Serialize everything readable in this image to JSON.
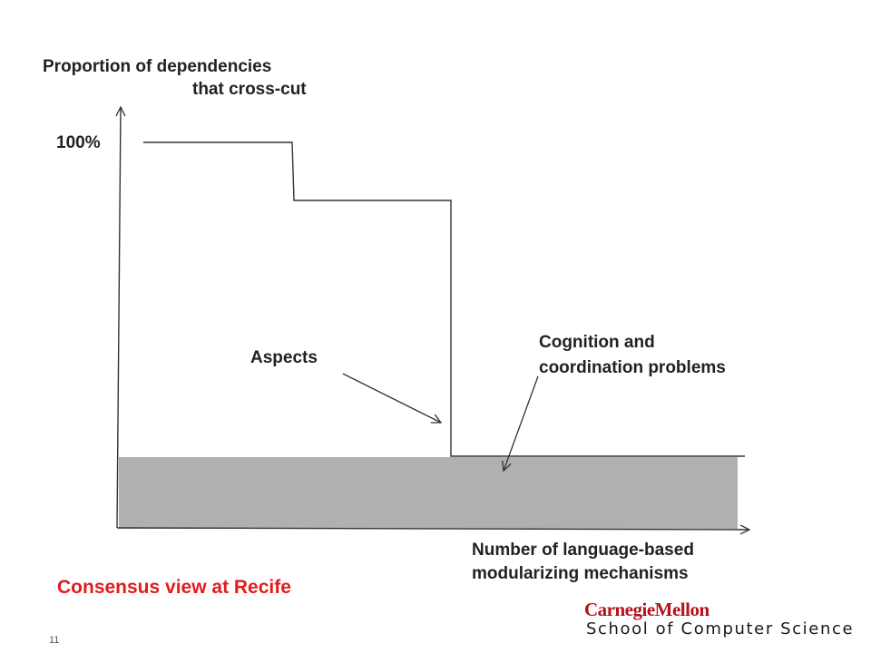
{
  "y_axis": {
    "label_line1": "Proportion of dependencies",
    "label_line2": "that cross-cut",
    "tick_top": "100%"
  },
  "x_axis": {
    "label_line1": "Number of language-based",
    "label_line2": "modularizing mechanisms"
  },
  "annotations": {
    "aspects": "Aspects",
    "cognition_line1": "Cognition and",
    "cognition_line2": "coordination problems"
  },
  "caption": "Consensus view at Recife",
  "slide_number": "11",
  "logo": {
    "top": "CarnegieMellon",
    "bottom": "School of Computer Science"
  },
  "colors": {
    "caption": "#e21b1b",
    "logo_top": "#b5121b",
    "shaded_region": "#b0b0b0",
    "lines": "#333333"
  }
}
